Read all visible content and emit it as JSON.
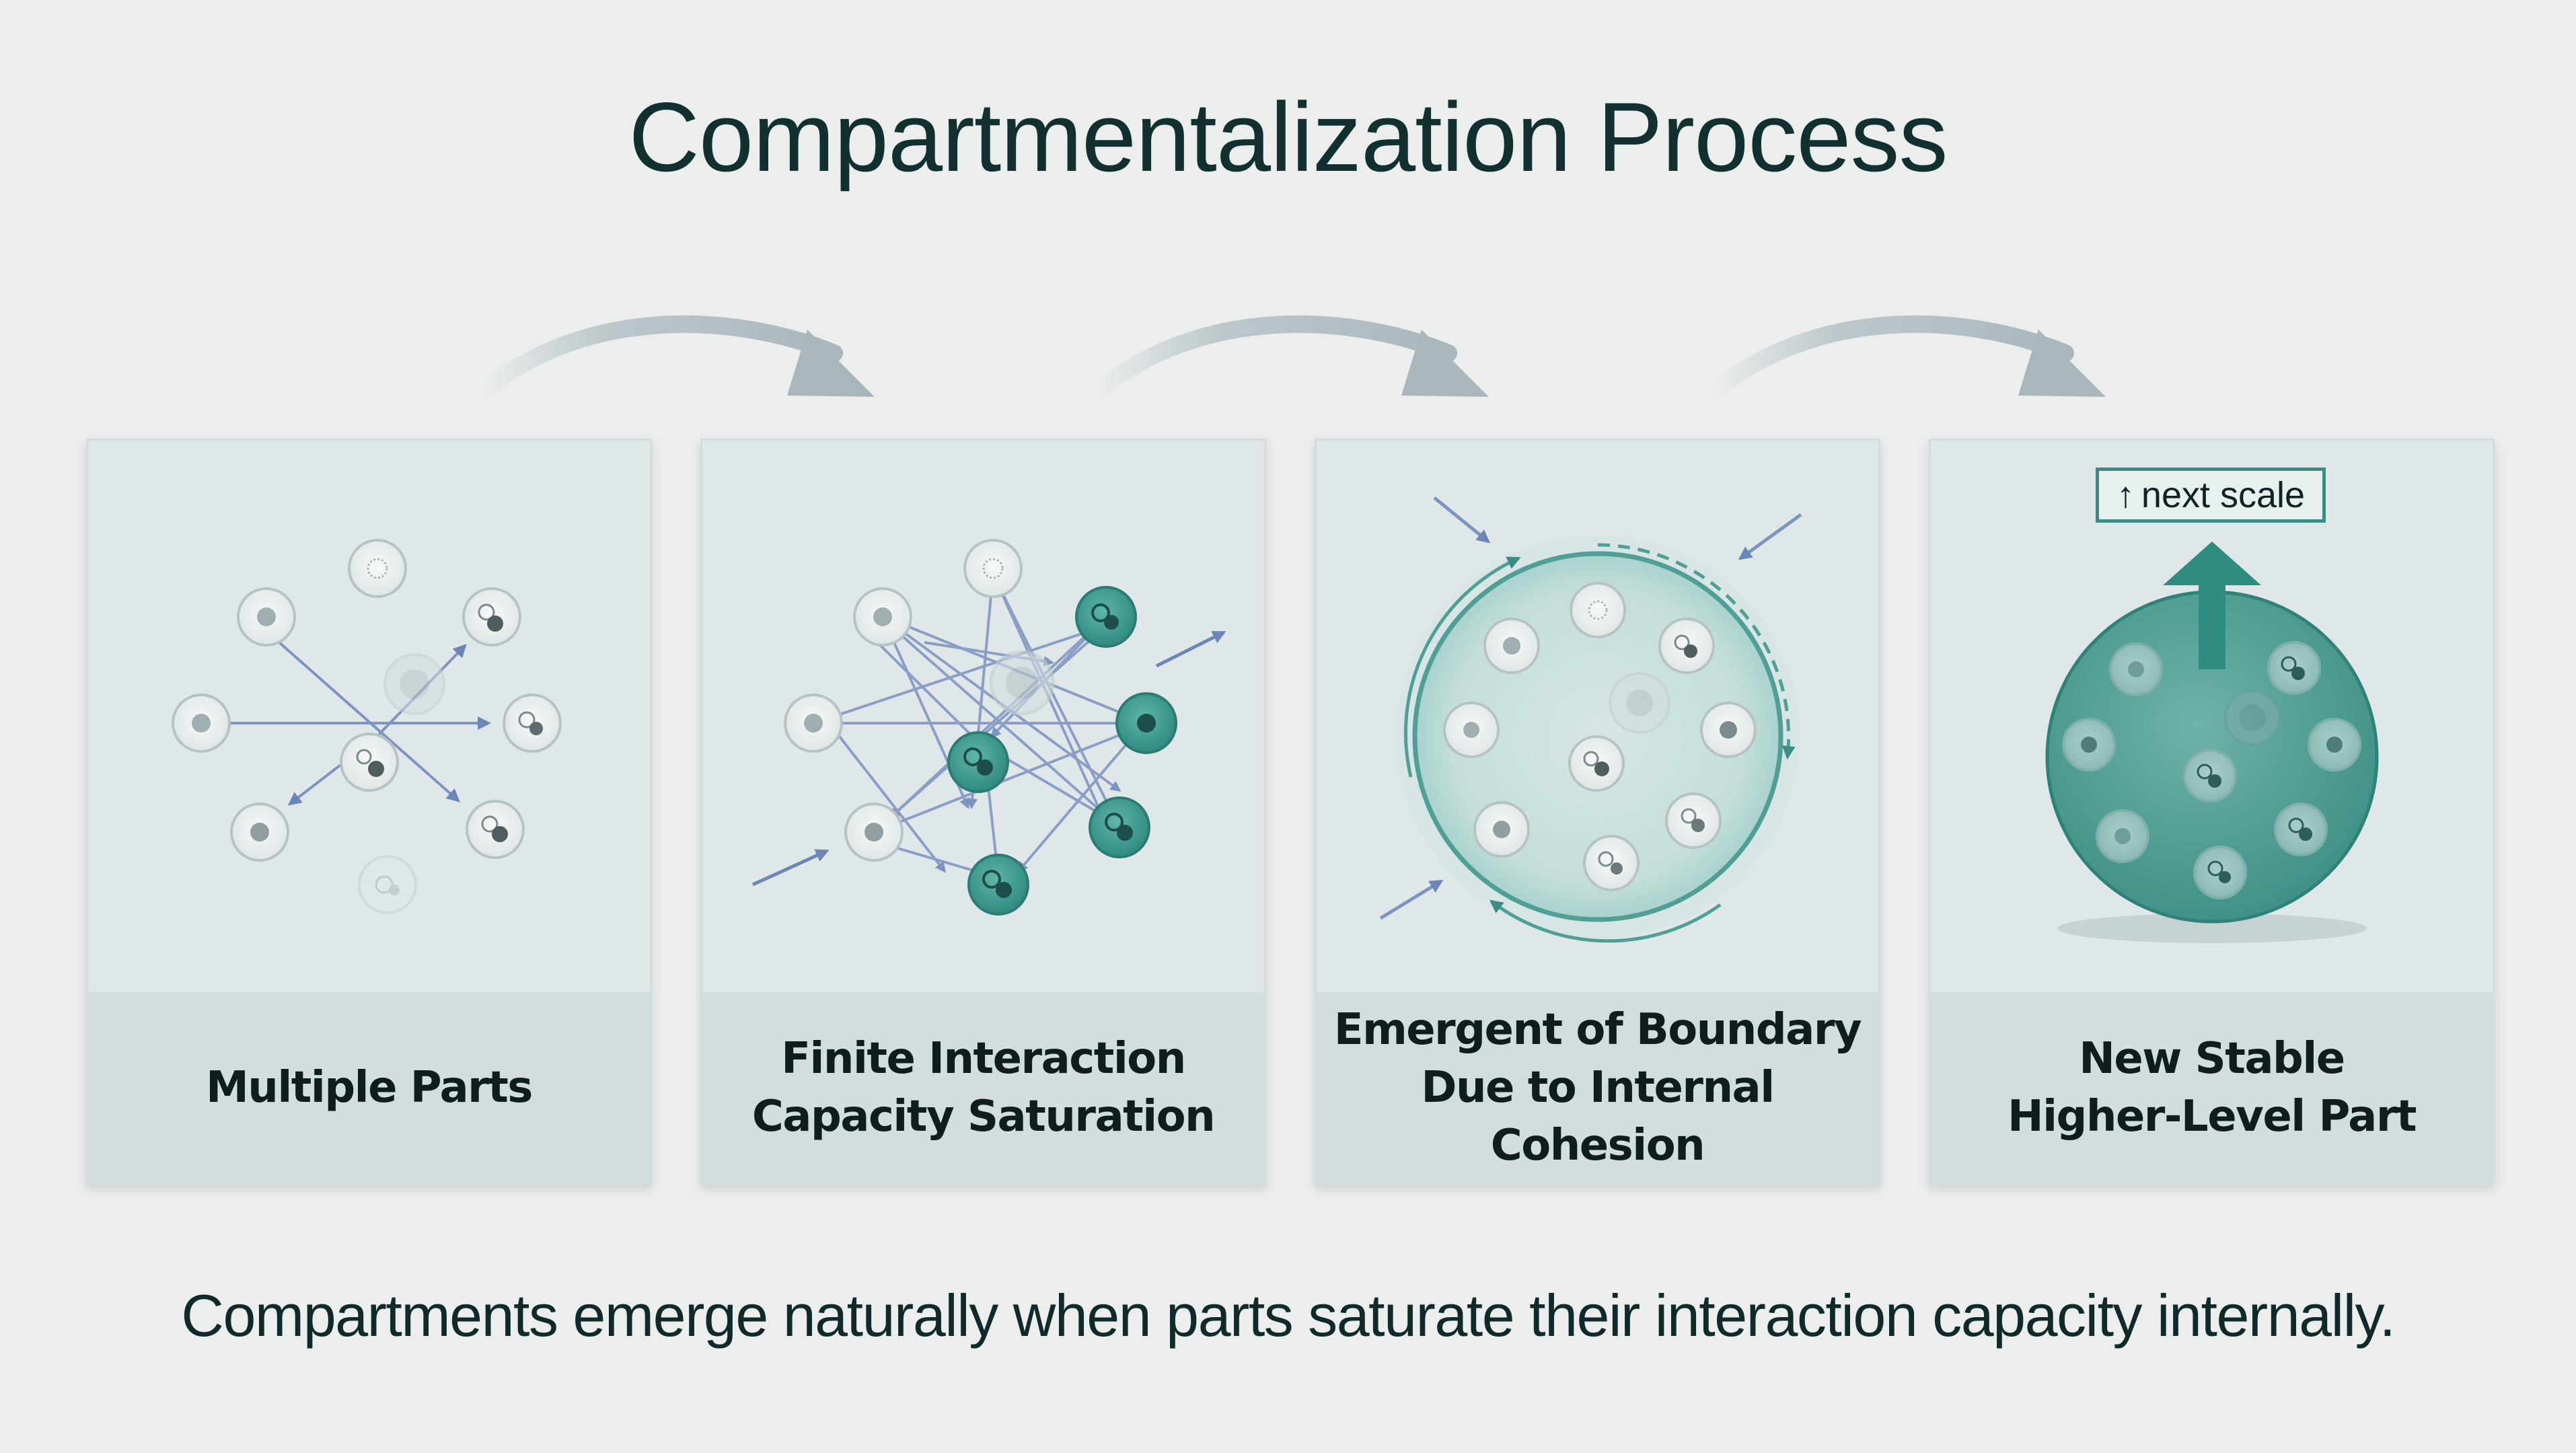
{
  "title": "Compartmentalization Process",
  "colors": {
    "teal": "#3a9a90",
    "arrow_blue": "#6d86b8",
    "flow_arrow": "#a9b7bc"
  },
  "stages": [
    {
      "caption": "Multiple Parts"
    },
    {
      "caption": "Finite Interaction\nCapacity Saturation"
    },
    {
      "caption": "Emergent of Boundary\nDue to Internal Cohesion"
    },
    {
      "caption": "New Stable\nHigher-Level Part",
      "badge_icon": "↑",
      "badge_label": "next scale"
    }
  ],
  "footer": "Compartments emerge naturally when parts saturate their interaction capacity internally."
}
